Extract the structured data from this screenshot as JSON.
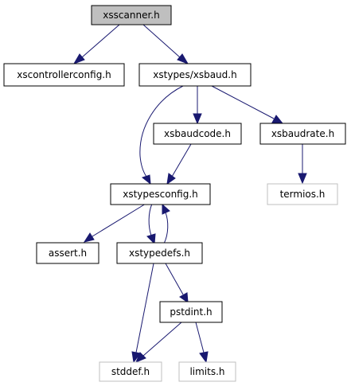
{
  "graph": {
    "nodes": {
      "xsscanner": "xsscanner.h",
      "xscontrollerconfig": "xscontrollerconfig.h",
      "xsbaud": "xstypes/xsbaud.h",
      "xsbaudcode": "xsbaudcode.h",
      "xsbaudrate": "xsbaudrate.h",
      "termios": "termios.h",
      "xstypesconfig": "xstypesconfig.h",
      "assert": "assert.h",
      "xstypedefs": "xstypedefs.h",
      "pstdint": "pstdint.h",
      "stddef": "stddef.h",
      "limits": "limits.h"
    }
  }
}
